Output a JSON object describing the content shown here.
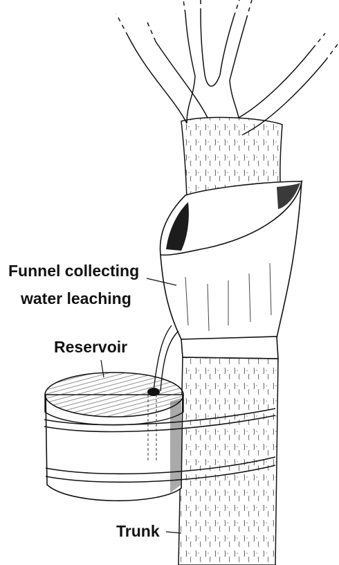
{
  "labels": {
    "funnel_line1": "Funnel collecting",
    "funnel_line2": "water leaching",
    "reservoir": "Reservoir",
    "trunk": "Trunk"
  },
  "colors": {
    "ink": "#111111",
    "paper": "#ffffff",
    "bark_shade": "#2a2a2a"
  }
}
